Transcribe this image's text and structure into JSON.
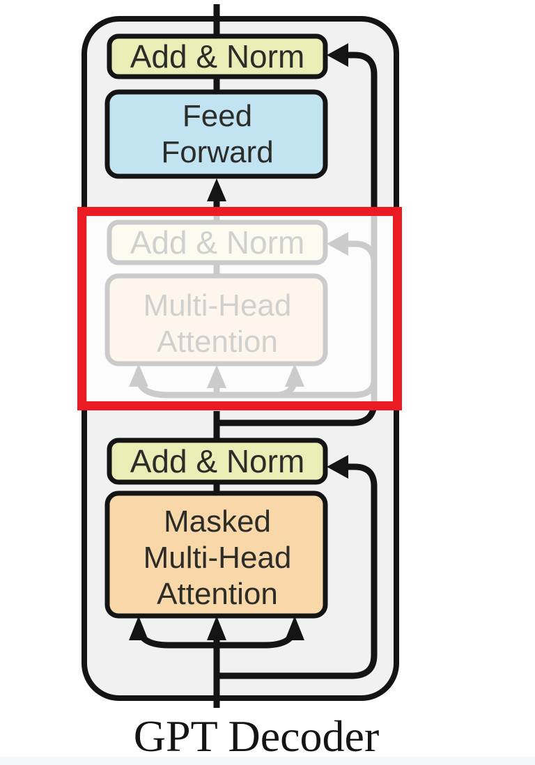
{
  "diagram": {
    "caption": "GPT Decoder",
    "blocks": {
      "top_add_norm": "Add & Norm",
      "feed_forward_line1": "Feed",
      "feed_forward_line2": "Forward",
      "removed_add_norm": "Add & Norm",
      "removed_mha_line1": "Multi-Head",
      "removed_mha_line2": "Attention",
      "bottom_add_norm": "Add & Norm",
      "masked_mha_line1": "Masked",
      "masked_mha_line2": "Multi-Head",
      "masked_mha_line3": "Attention"
    },
    "colors": {
      "add_norm_fill": "#ebedb6",
      "feed_forward_fill": "#c2e3f2",
      "attention_fill": "#f8d7a9",
      "container_fill": "#f1f1f2",
      "line": "#141414",
      "removed_highlight": "#ea1b22"
    }
  }
}
